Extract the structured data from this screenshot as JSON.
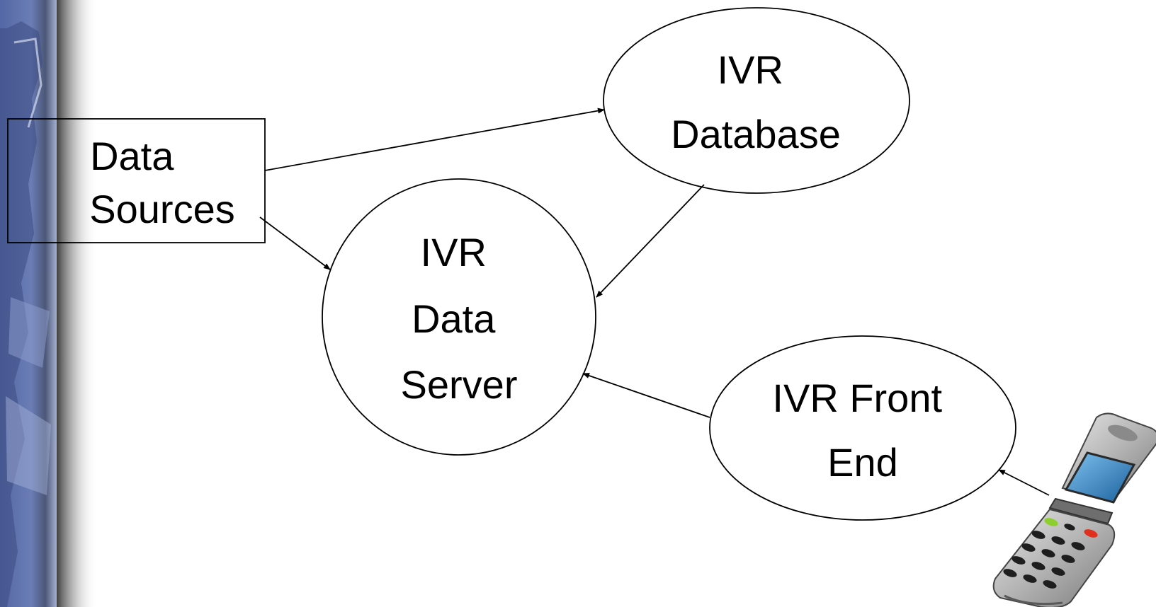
{
  "nodes": {
    "data_sources": {
      "lines": [
        "Data",
        "Sources"
      ]
    },
    "ivr_database": {
      "lines": [
        "IVR",
        "Database"
      ]
    },
    "ivr_data_server": {
      "lines": [
        "IVR",
        "Data",
        "Server"
      ]
    },
    "ivr_front_end": {
      "lines": [
        "IVR Front",
        "End"
      ]
    }
  },
  "phone": {
    "icon": "flip-phone-icon"
  },
  "colors": {
    "stroke": "#000000",
    "background": "#ffffff",
    "sidebar_blue": "#5a6ea8",
    "phone_body": "#b4b4b4",
    "phone_screen": "#2f86c8",
    "key_green": "#8ccf2e",
    "key_red": "#e0301e"
  }
}
